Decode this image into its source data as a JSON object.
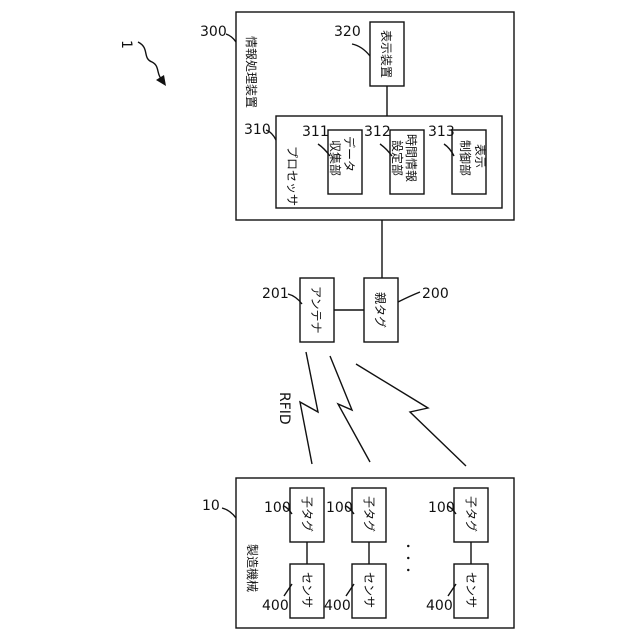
{
  "diagram": {
    "figure_ref": "1",
    "system": {
      "ref": "300",
      "label": "情報処理装置",
      "display": {
        "ref": "320",
        "label": "表示装置"
      },
      "processor": {
        "ref": "310",
        "label": "プロセッサ",
        "units": [
          {
            "ref": "311",
            "line1": "データ",
            "line2": "収集部"
          },
          {
            "ref": "312",
            "line1": "時間情報",
            "line2": "設定部"
          },
          {
            "ref": "313",
            "line1": "表示",
            "line2": "制御部"
          }
        ]
      }
    },
    "antenna": {
      "ref": "201",
      "label": "アンテナ"
    },
    "parent_tag": {
      "ref": "200",
      "label": "親タグ"
    },
    "rfid_label": "RFID",
    "machine": {
      "ref": "10",
      "label": "製造機械",
      "child_tag_label": "子タグ",
      "child_tag_ref": "100",
      "sensor_label": "センサ",
      "sensor_ref": "400",
      "ellipsis": "・・・"
    }
  }
}
